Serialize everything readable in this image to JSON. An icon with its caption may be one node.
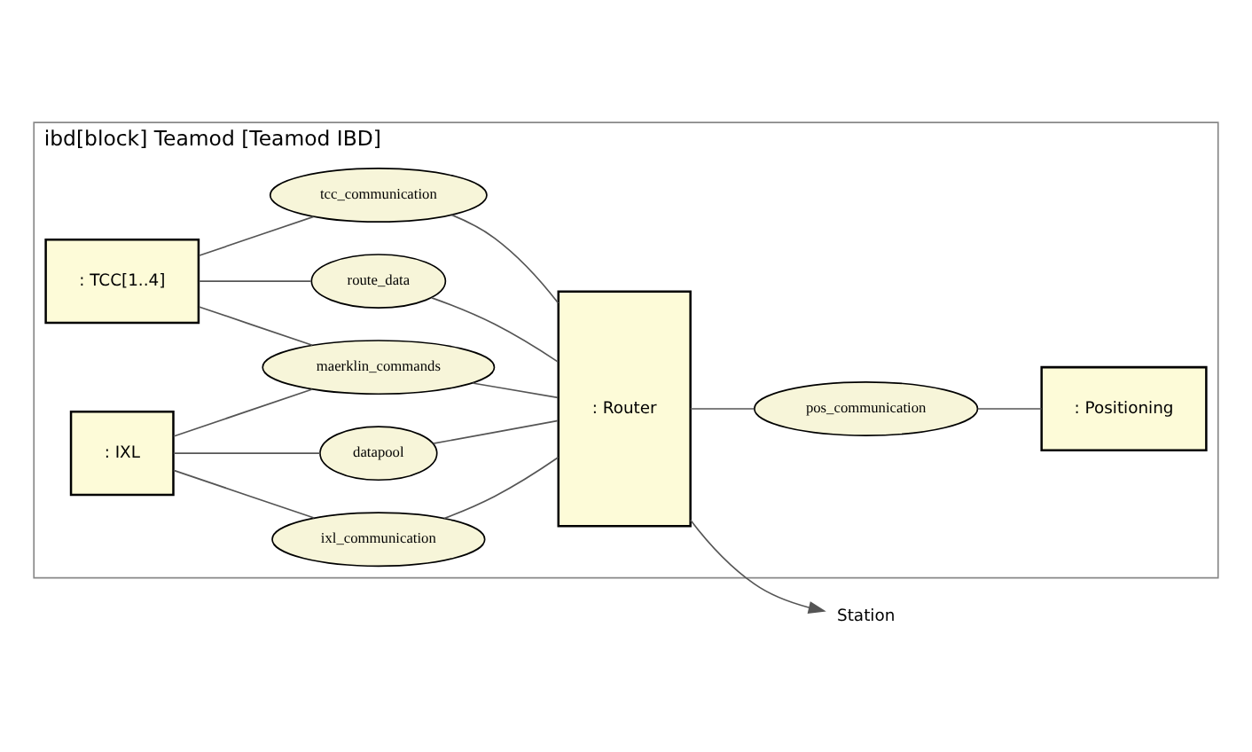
{
  "diagram": {
    "nodes": [
      {
        "text": [
          "ibd[block] Teamod [Teamod IBD]"
        ]
      },
      {
        "text": [
          ": TCC[1..4]"
        ],
        "in": 0
      },
      {
        "text": [
          ": Router"
        ],
        "in": 0
      },
      {
        "text": [
          ": IXL"
        ],
        "in": 0
      },
      {
        "text": [
          ": Positioning"
        ],
        "in": 0
      },
      {
        "text": [
          "route_data"
        ],
        "in": 0
      },
      {
        "text": [
          "tcc_communication"
        ],
        "in": 0
      },
      {
        "text": [
          "ixl_communication"
        ],
        "in": 0
      },
      {
        "text": [
          "datapool"
        ],
        "in": 0
      },
      {
        "text": [
          "maerklin_commands"
        ],
        "in": 0
      },
      {
        "text": [
          "pos_communication"
        ],
        "in": 0
      },
      {
        "text": [
          "Station"
        ]
      }
    ],
    "edges": [
      {
        "from": 1,
        "to": 5,
        "arrow": "none"
      },
      {
        "from": 5,
        "to": 2,
        "arrow": "none"
      },
      {
        "from": 1,
        "to": 6,
        "arrow": "none"
      },
      {
        "from": 6,
        "to": 2,
        "arrow": "none"
      },
      {
        "from": 3,
        "to": 7,
        "arrow": "none"
      },
      {
        "from": 7,
        "to": 2,
        "arrow": "none"
      },
      {
        "from": 3,
        "to": 8,
        "arrow": "none"
      },
      {
        "from": 8,
        "to": 2,
        "arrow": "none"
      },
      {
        "from": 1,
        "to": 9,
        "arrow": "none"
      },
      {
        "from": 3,
        "to": 9,
        "arrow": "none"
      },
      {
        "from": 9,
        "to": 2,
        "arrow": "none"
      },
      {
        "from": 2,
        "to": 10,
        "arrow": "none"
      },
      {
        "from": 10,
        "to": 4,
        "arrow": "none"
      },
      {
        "from": 2,
        "to": 11,
        "arrow": "to"
      }
    ]
  }
}
